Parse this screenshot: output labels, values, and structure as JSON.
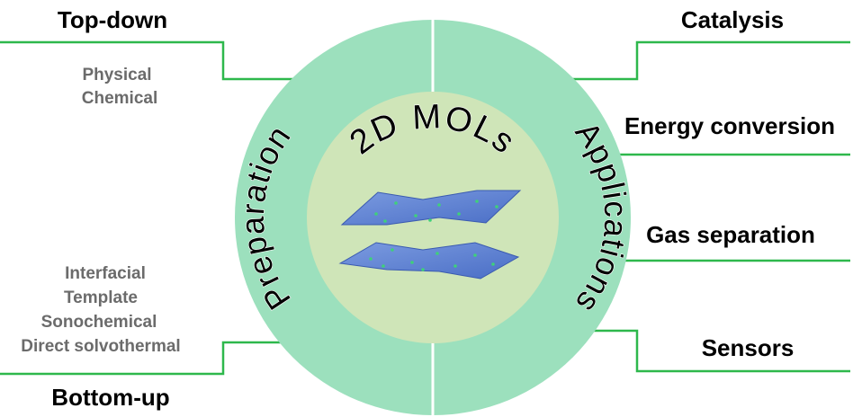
{
  "center": {
    "title": "2D MOLs"
  },
  "ring": {
    "left_label": "Preparation",
    "right_label": "Applications"
  },
  "preparation": {
    "top_down": {
      "heading": "Top-down",
      "methods": [
        "Physical",
        "Chemical"
      ]
    },
    "bottom_up": {
      "heading": "Bottom-up",
      "methods": [
        "Interfacial",
        "Template",
        "Sonochemical",
        "Direct solvothermal"
      ]
    }
  },
  "applications": {
    "items": [
      "Catalysis",
      "Energy conversion",
      "Gas separation",
      "Sensors"
    ]
  },
  "colors": {
    "outer_ring": "#9ce0bd",
    "inner_disc": "#cfe5b8",
    "connector": "#2eb84c",
    "sheet": "#5a7fd0",
    "dots": "#3fd07a"
  }
}
